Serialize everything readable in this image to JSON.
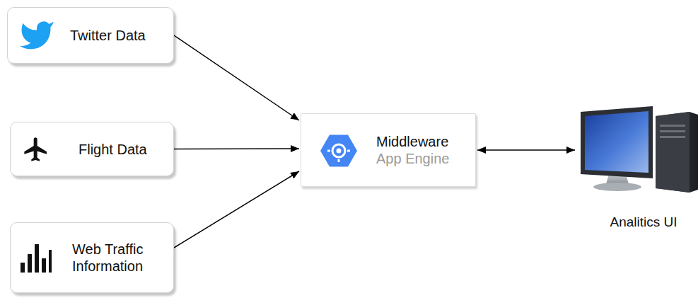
{
  "diagram": {
    "nodes": [
      {
        "text": [
          "Twitter Data"
        ]
      },
      {
        "text": [
          "Flight Data"
        ]
      },
      {
        "text": [
          "Web Traffic Information"
        ]
      },
      {
        "text": [
          "Middleware",
          "App Engine"
        ]
      },
      {
        "text": [
          "Analitics UI"
        ]
      }
    ],
    "edges": [
      {
        "from": 0,
        "to": 3,
        "arrow": "to"
      },
      {
        "from": 1,
        "to": 3,
        "arrow": "to"
      },
      {
        "from": 2,
        "to": 3,
        "arrow": "to"
      },
      {
        "from": 3,
        "to": 4,
        "arrow": "both"
      }
    ]
  }
}
